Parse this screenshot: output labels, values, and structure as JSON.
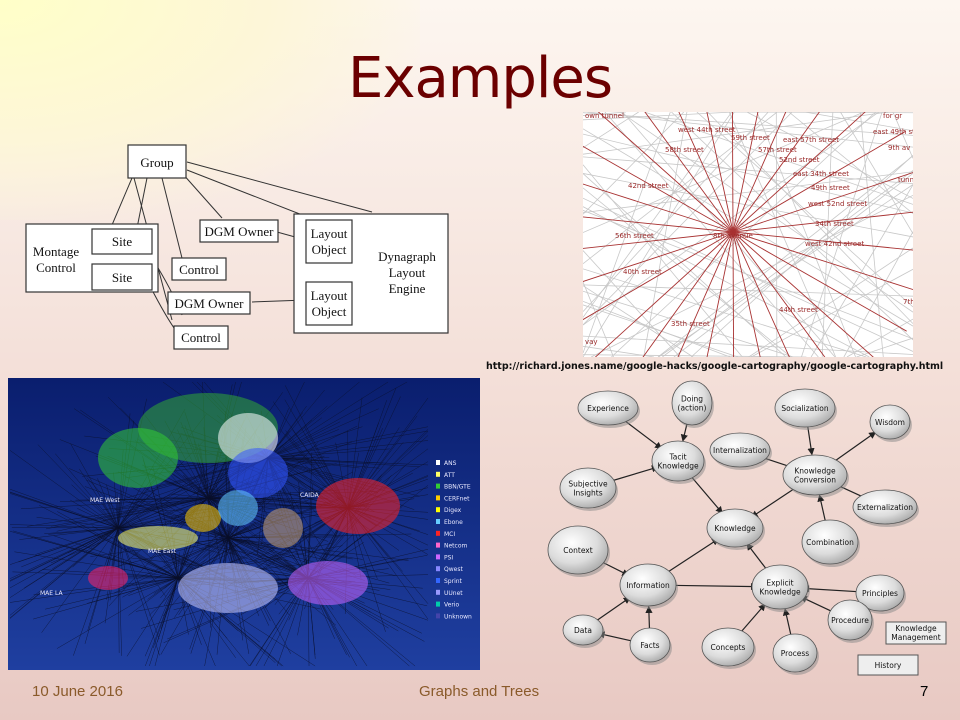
{
  "slide": {
    "title": "Examples",
    "date": "10 June 2016",
    "footer": "Graphs and Trees",
    "page": "7"
  },
  "dgm": {
    "group": "Group",
    "montage": [
      "Montage",
      "Control"
    ],
    "site": "Site",
    "site2": "Site",
    "control": "Control",
    "control2": "Control",
    "dgm_owner": "DGM Owner",
    "dgm_owner2": "DGM Owner",
    "layout_obj": [
      "Layout",
      "Object"
    ],
    "engine": [
      "Dynagraph",
      "Layout",
      "Engine"
    ]
  },
  "street_map": {
    "labels": [
      "own tunnel",
      "west 44th street",
      "59th street",
      "for gr",
      "east 49th st",
      "58th street",
      "57th street",
      "east 57th street",
      "9th av",
      "52nd street",
      "east 34th street",
      "42nd street",
      "49th street",
      "tunn",
      "west 52nd street",
      "34th street",
      "56th street",
      "8th avenue",
      "west 42nd street",
      "40th street",
      "7th",
      "44th street",
      "35th street",
      "vay"
    ],
    "url": "http://richard.jones.name/google-hacks/google-cartography/google-cartography.html"
  },
  "internet_map": {
    "labels": [
      "MAE West",
      "MAE East",
      "MAE LA",
      "CAIDA"
    ],
    "legend": [
      {
        "name": "ANS",
        "color": "#ffffff"
      },
      {
        "name": "ATT",
        "color": "#ffff66"
      },
      {
        "name": "BBN/GTE",
        "color": "#33cc33"
      },
      {
        "name": "CERFnet",
        "color": "#ffcc00"
      },
      {
        "name": "Digex",
        "color": "#ffff00"
      },
      {
        "name": "Ebone",
        "color": "#66ccff"
      },
      {
        "name": "MCI",
        "color": "#ff2222"
      },
      {
        "name": "Netcom",
        "color": "#ff66cc"
      },
      {
        "name": "PSI",
        "color": "#cc66ff"
      },
      {
        "name": "Qwest",
        "color": "#8888ff"
      },
      {
        "name": "Sprint",
        "color": "#3366ff"
      },
      {
        "name": "UUnet",
        "color": "#9999ff"
      },
      {
        "name": "Verio",
        "color": "#00ccaa"
      },
      {
        "name": "Unknown",
        "color": "#4444aa"
      }
    ]
  },
  "knowledge_map": {
    "nodes": {
      "doing": [
        "Doing",
        "(action)"
      ],
      "experience": "Experience",
      "socialization": "Socialization",
      "wisdom": "Wisdom",
      "internalization": "Internalization",
      "tacit": [
        "Tacit",
        "Knowledge"
      ],
      "conversion": [
        "Knowledge",
        "Conversion"
      ],
      "subjective": [
        "Subjective",
        "Insights"
      ],
      "externalization": "Externalization",
      "knowledge": "Knowledge",
      "combination": "Combination",
      "context": "Context",
      "information": "Information",
      "explicit": [
        "Explicit",
        "Knowledge"
      ],
      "principles": "Principles",
      "procedure": "Procedure",
      "data": "Data",
      "facts": "Facts",
      "concepts": "Concepts",
      "process": "Process"
    },
    "buttons": {
      "km": [
        "Knowledge",
        "Management"
      ],
      "history": "History"
    }
  }
}
